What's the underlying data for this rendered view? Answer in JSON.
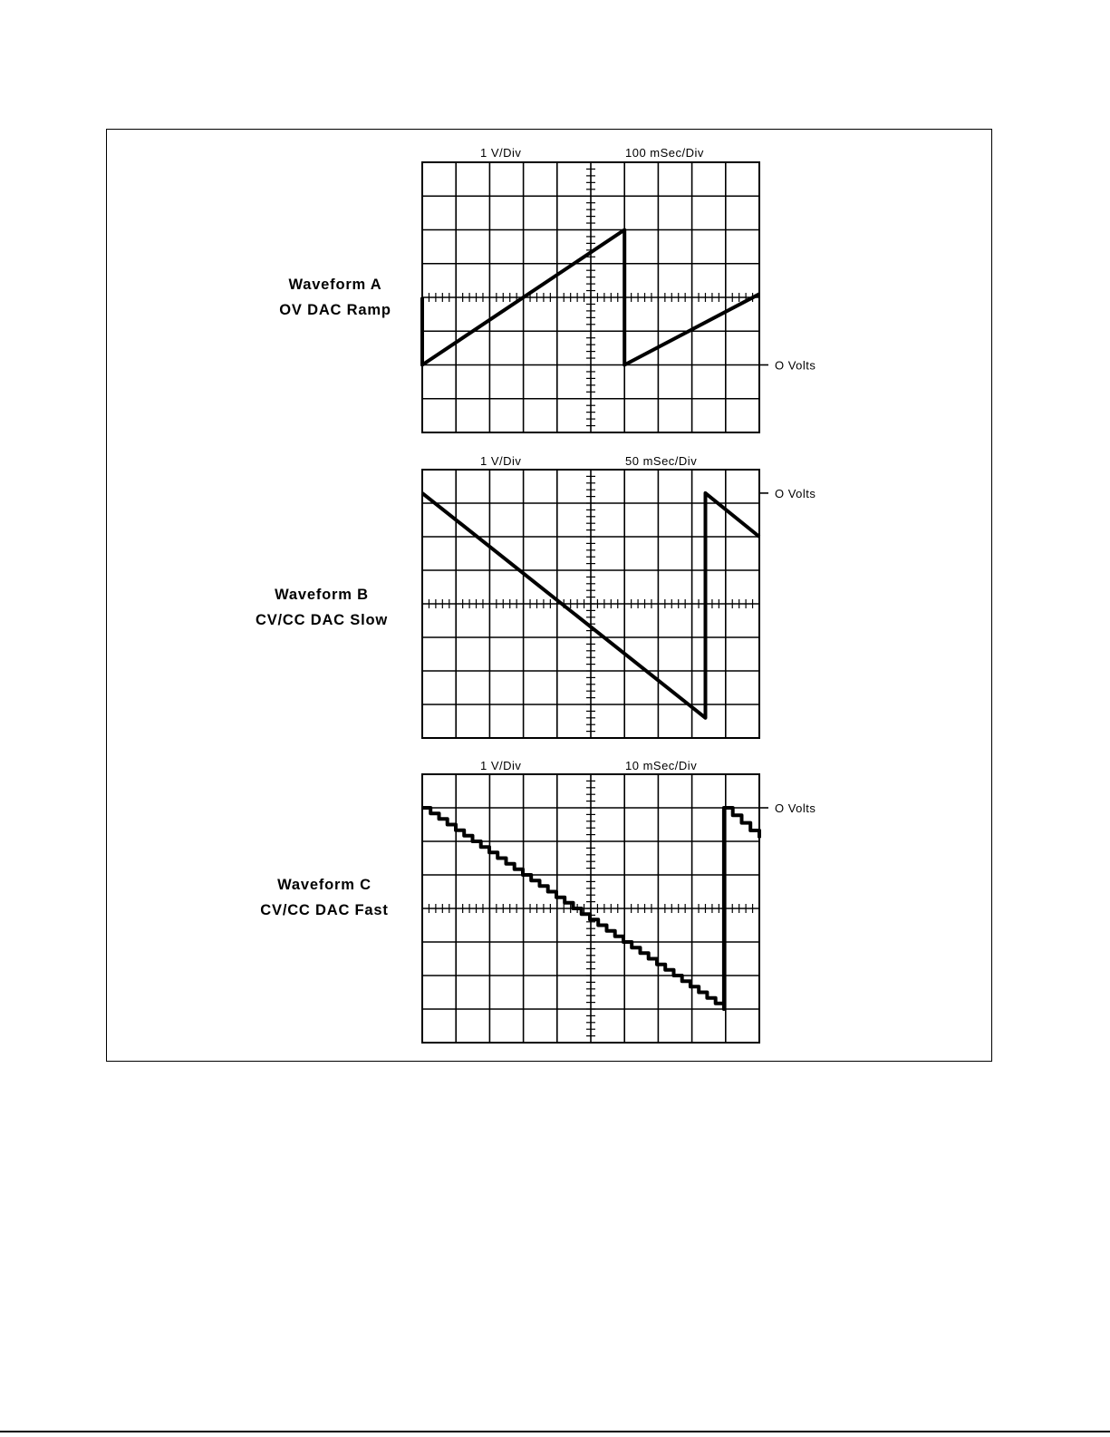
{
  "chart_data": [
    {
      "type": "line",
      "title": "Waveform A",
      "subtitle": "OV DAC Ramp",
      "vertical_scale": "1 V/Div",
      "time_scale": "100 mSec/Div",
      "reference_label": "O Volts",
      "reference_level_div": 2,
      "grid": true,
      "x_divisions": 10,
      "y_divisions": 8,
      "series": [
        {
          "x": [
            0,
            0,
            6,
            6,
            10
          ],
          "y": [
            4,
            2,
            6,
            2,
            4.1
          ]
        }
      ]
    },
    {
      "type": "line",
      "title": "Waveform B",
      "subtitle": "CV/CC DAC Slow",
      "vertical_scale": "1 V/Div",
      "time_scale": "50 mSec/Div",
      "reference_label": "O Volts",
      "reference_level_div": 7.3,
      "grid": true,
      "x_divisions": 10,
      "y_divisions": 8,
      "series": [
        {
          "x": [
            0,
            8.4,
            8.4,
            10
          ],
          "y": [
            7.3,
            0.6,
            7.3,
            6.0
          ]
        }
      ]
    },
    {
      "type": "line",
      "title": "Waveform C",
      "subtitle": "CV/CC DAC Fast",
      "vertical_scale": "1 V/Div",
      "time_scale": "10 mSec/Div",
      "reference_label": "O Volts",
      "reference_level_div": 7,
      "grid": true,
      "x_divisions": 10,
      "y_divisions": 8,
      "series": [
        {
          "x": [
            0,
            8.95,
            8.95,
            10
          ],
          "y": [
            7,
            1,
            7,
            6.1
          ],
          "steps_per_division": 4
        }
      ]
    }
  ]
}
